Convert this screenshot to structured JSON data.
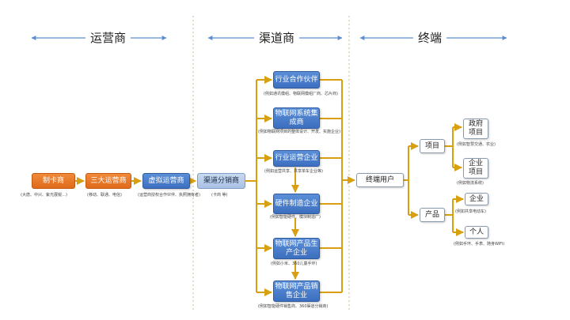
{
  "sections": {
    "operator": "运营商",
    "channel": "渠道商",
    "terminal": "终端"
  },
  "boxes": {
    "card_maker": "制卡商",
    "big_three": "三大运营商",
    "virtual_operator": "虚拟运营商",
    "channel_distributor": "渠道分销商",
    "industry_partner": "行业合作伙伴",
    "iot_integrator": "物联网系统集成商",
    "industry_operator": "行业运营企业",
    "hardware_maker": "硬件制造企业",
    "iot_producer": "物联网产品生产企业",
    "iot_seller": "物联网产品销售企业",
    "end_user": "终端用户",
    "project": "项目",
    "product": "产品",
    "gov_project": "政府项目",
    "enterprise_project": "企业项目",
    "enterprise": "企业",
    "individual": "个人"
  },
  "notes": {
    "card_maker": "(大唐、中兴、紫光展锐…)",
    "big_three": "(移动、联通、电信)",
    "virtual_operator": "(运营商授权合作伙伴、执照拥有者)",
    "channel_distributor": "(卡商 等)",
    "industry_partner": "(例如通讯模组、物联网模组厂商、芯片商)",
    "iot_integrator": "(例如物联网项目的整体设计、开发、实施企业)",
    "industry_operator": "(例如运营共享、共享单车企业等)",
    "hardware_maker": "(例如智能硬件、模块制造厂)",
    "iot_producer": "(例如小米、360儿童手环)",
    "iot_seller": "(例如智能硬件销售商、360渠道分销商)",
    "gov_project": "(例如智慧交通、农业)",
    "enterprise_project": "(例如物流系统)",
    "enterprise": "(例如共享电动车)",
    "individual": "(例如手环、手表、随身WiFi)"
  },
  "colors": {
    "connector": "#d8a010",
    "section_arrow": "#5b8fd0",
    "divider": "#c8b88a"
  }
}
